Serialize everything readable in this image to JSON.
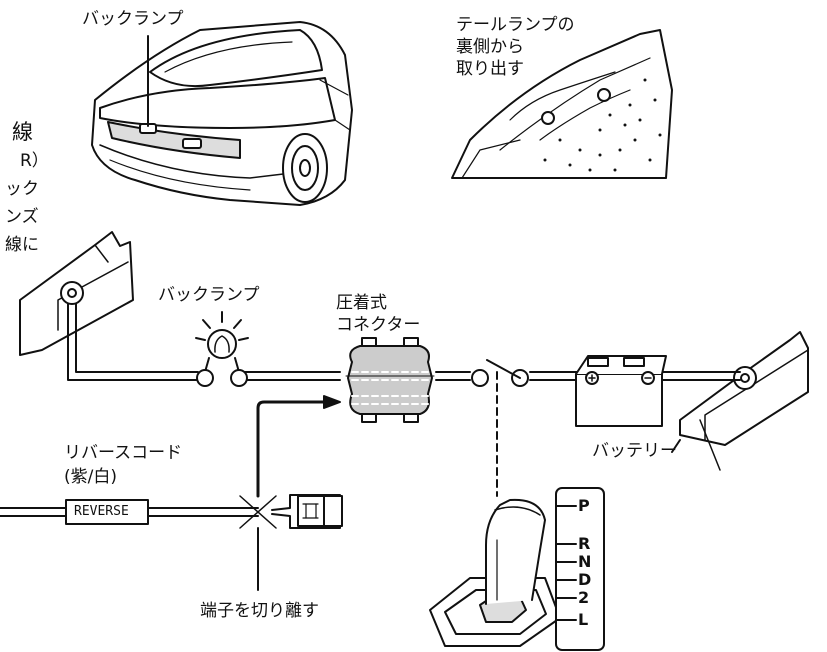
{
  "labels": {
    "back_lamp_top": "バックランプ",
    "tail_lamp_note": [
      "テールランプの",
      "裏側から",
      "取り出す"
    ],
    "back_lamp_mid": "バックランプ",
    "crimp_connector": [
      "圧着式",
      "コネクター"
    ],
    "reverse_cord": [
      "リバースコード",
      "(紫/白)"
    ],
    "reverse_tag": "REVERSE",
    "battery": "バッテリー",
    "cut_terminal": "端子を切り離す"
  },
  "cropped_side_text": [
    "線",
    "R）",
    "ック",
    "ンズ",
    "線に"
  ],
  "gear_positions": [
    "P",
    "R",
    "N",
    "D",
    "2",
    "L"
  ]
}
